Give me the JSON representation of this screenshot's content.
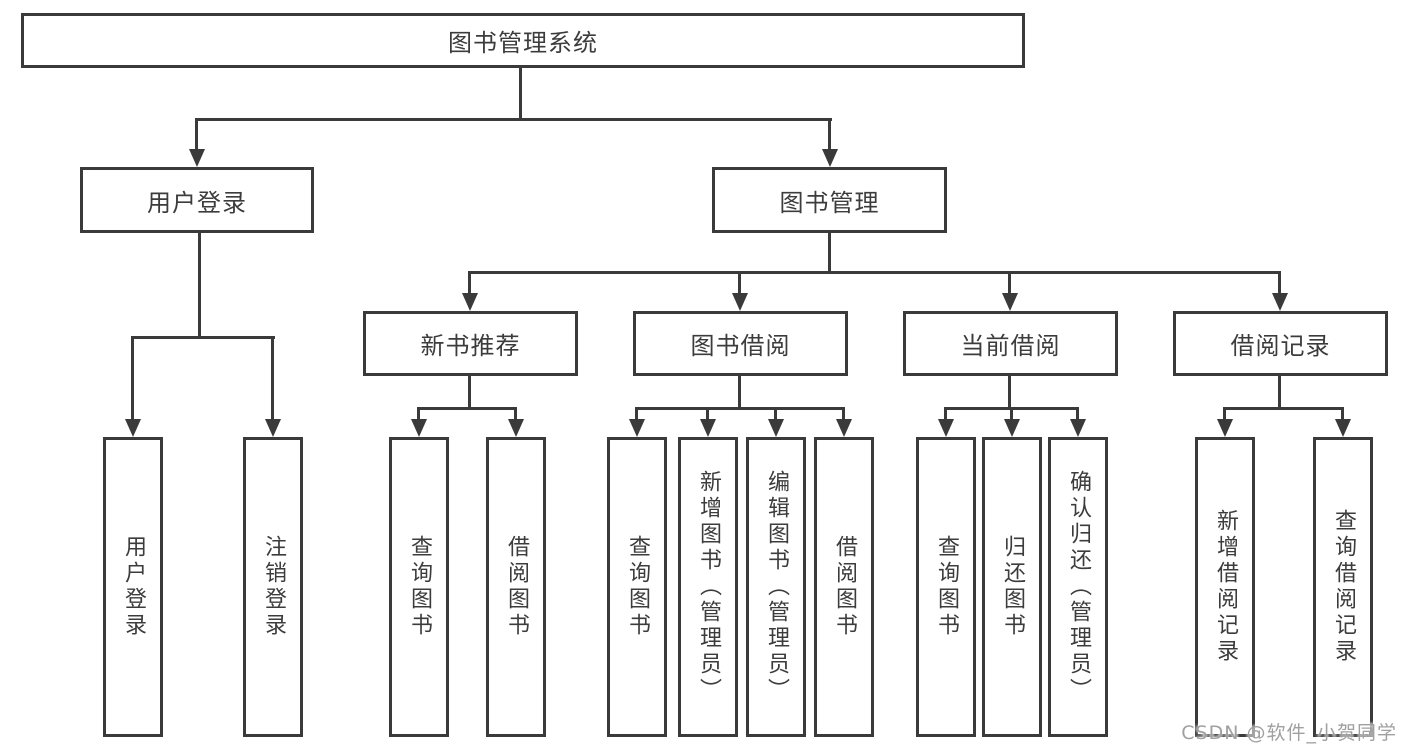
{
  "diagram": {
    "root": {
      "label": "图书管理系统"
    },
    "level2": [
      {
        "label": "用户登录"
      },
      {
        "label": "图书管理"
      }
    ],
    "level3": [
      {
        "label": "新书推荐"
      },
      {
        "label": "图书借阅"
      },
      {
        "label": "当前借阅"
      },
      {
        "label": "借阅记录"
      }
    ],
    "leaves": {
      "user_login": [
        {
          "label": "用户登录"
        },
        {
          "label": "注销登录"
        }
      ],
      "new_book_recommend": [
        {
          "label": "查询图书"
        },
        {
          "label": "借阅图书"
        }
      ],
      "book_borrowing": [
        {
          "label": "查询图书"
        },
        {
          "label": "新增图书（管理员）"
        },
        {
          "label": "编辑图书（管理员）"
        },
        {
          "label": "借阅图书"
        }
      ],
      "current_borrowing": [
        {
          "label": "查询图书"
        },
        {
          "label": "归还图书"
        },
        {
          "label": "确认归还（管理员）"
        }
      ],
      "borrow_records": [
        {
          "label": "新增借阅记录"
        },
        {
          "label": "查询借阅记录"
        }
      ]
    },
    "watermark": "CSDN @软件_小贺同学",
    "colors": {
      "line": "#3a3a3a",
      "text": "#3c3c3c",
      "background": "#ffffff",
      "watermark": "#a0a0a0"
    }
  }
}
